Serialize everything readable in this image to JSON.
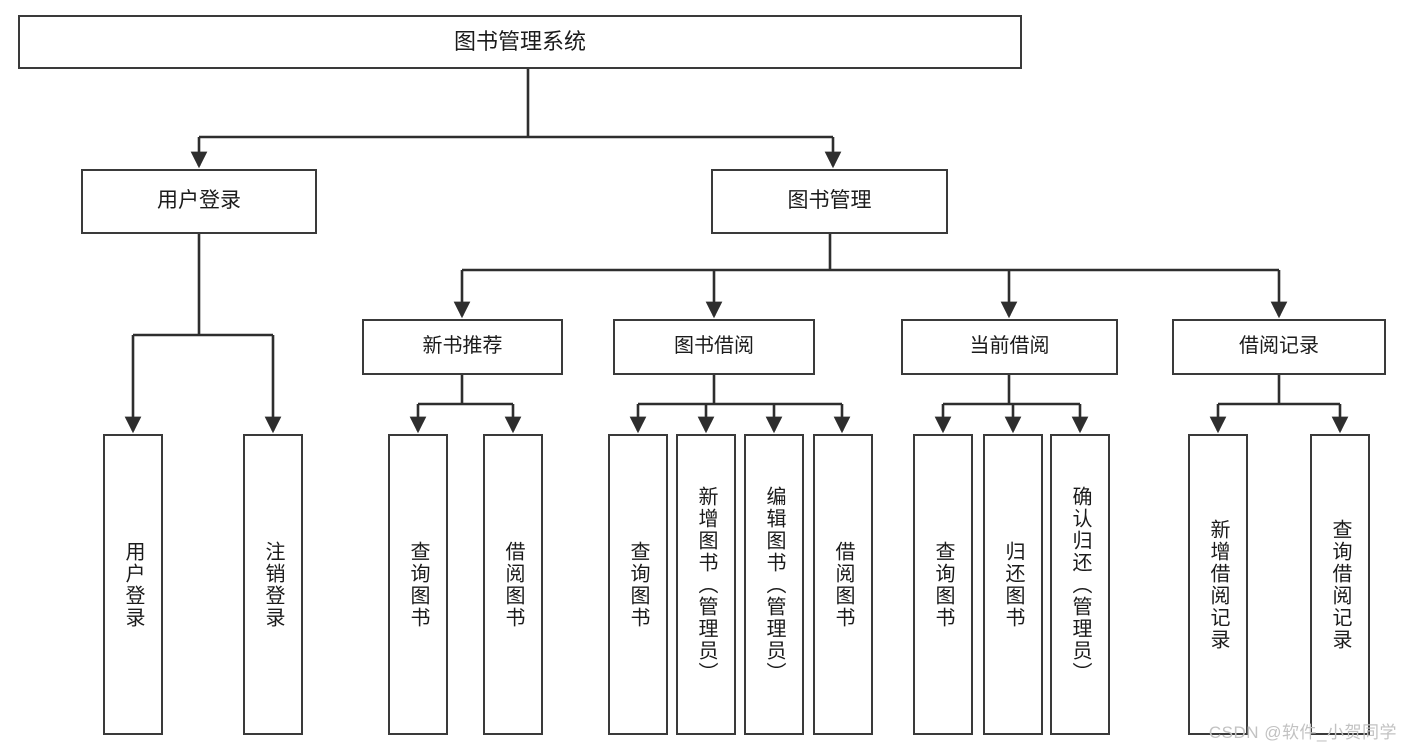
{
  "diagram": {
    "type": "tree-hierarchy",
    "title": "图书管理系统",
    "watermark": "CSDN @软件_小贺同学",
    "colors": {
      "background": "#ffffff",
      "box_border": "#3a3a3a",
      "connector": "#2e2e2e",
      "text": "#1b1b1b",
      "watermark": "#c2c2c2"
    },
    "nodes": {
      "root": {
        "label": "图书管理系统"
      },
      "level2": [
        {
          "id": "user-login",
          "label": "用户登录"
        },
        {
          "id": "book-manage",
          "label": "图书管理"
        }
      ],
      "level3": [
        {
          "id": "new-book-recommend",
          "label": "新书推荐"
        },
        {
          "id": "book-borrow",
          "label": "图书借阅"
        },
        {
          "id": "current-borrow",
          "label": "当前借阅"
        },
        {
          "id": "borrow-record",
          "label": "借阅记录"
        }
      ],
      "leaves": {
        "user_login": [
          {
            "id": "leaf-user-login",
            "label": "用户登录"
          },
          {
            "id": "leaf-logout-login",
            "label": "注销登录"
          }
        ],
        "new_book_recommend": [
          {
            "id": "leaf-query-book-1",
            "label": "查询图书"
          },
          {
            "id": "leaf-borrow-book-1",
            "label": "借阅图书"
          }
        ],
        "book_borrow": [
          {
            "id": "leaf-query-book-2",
            "label": "查询图书"
          },
          {
            "id": "leaf-add-book",
            "label": "新增图书（管理员）"
          },
          {
            "id": "leaf-edit-book",
            "label": "编辑图书（管理员）"
          },
          {
            "id": "leaf-borrow-book-2",
            "label": "借阅图书"
          }
        ],
        "current_borrow": [
          {
            "id": "leaf-query-book-3",
            "label": "查询图书"
          },
          {
            "id": "leaf-return-book",
            "label": "归还图书"
          },
          {
            "id": "leaf-confirm-return",
            "label": "确认归还（管理员）"
          }
        ],
        "borrow_record": [
          {
            "id": "leaf-add-record",
            "label": "新增借阅记录"
          },
          {
            "id": "leaf-query-record",
            "label": "查询借阅记录"
          }
        ]
      }
    }
  }
}
